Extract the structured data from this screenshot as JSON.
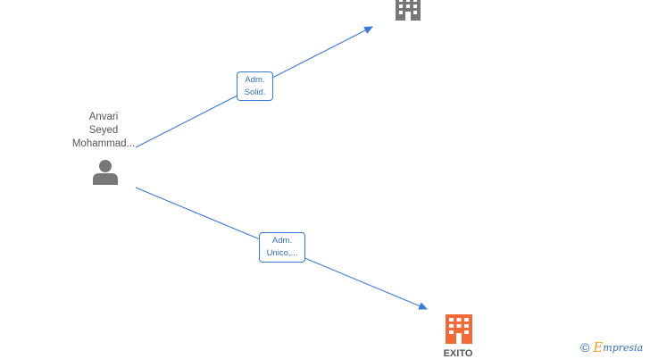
{
  "person": {
    "name_lines": [
      "Anvari",
      "Seyed",
      "Mohammad..."
    ],
    "icon": "person-icon"
  },
  "relations": [
    {
      "label_lines": [
        "Adm.",
        "Solid."
      ],
      "target": "company-top"
    },
    {
      "label_lines": [
        "Adm.",
        "Unico,..."
      ],
      "target": "company-exito"
    }
  ],
  "companies": [
    {
      "id": "company-top",
      "name": "",
      "icon": "building-icon",
      "color": "#777777"
    },
    {
      "id": "company-exito",
      "name": "EXITO",
      "icon": "building-icon",
      "color": "#f26a35"
    }
  ],
  "colors": {
    "edge": "#3a7bd5",
    "person_icon": "#777777"
  },
  "footer": {
    "copyright_symbol": "©",
    "brand_initial": "E",
    "brand_rest": "mpresia"
  }
}
